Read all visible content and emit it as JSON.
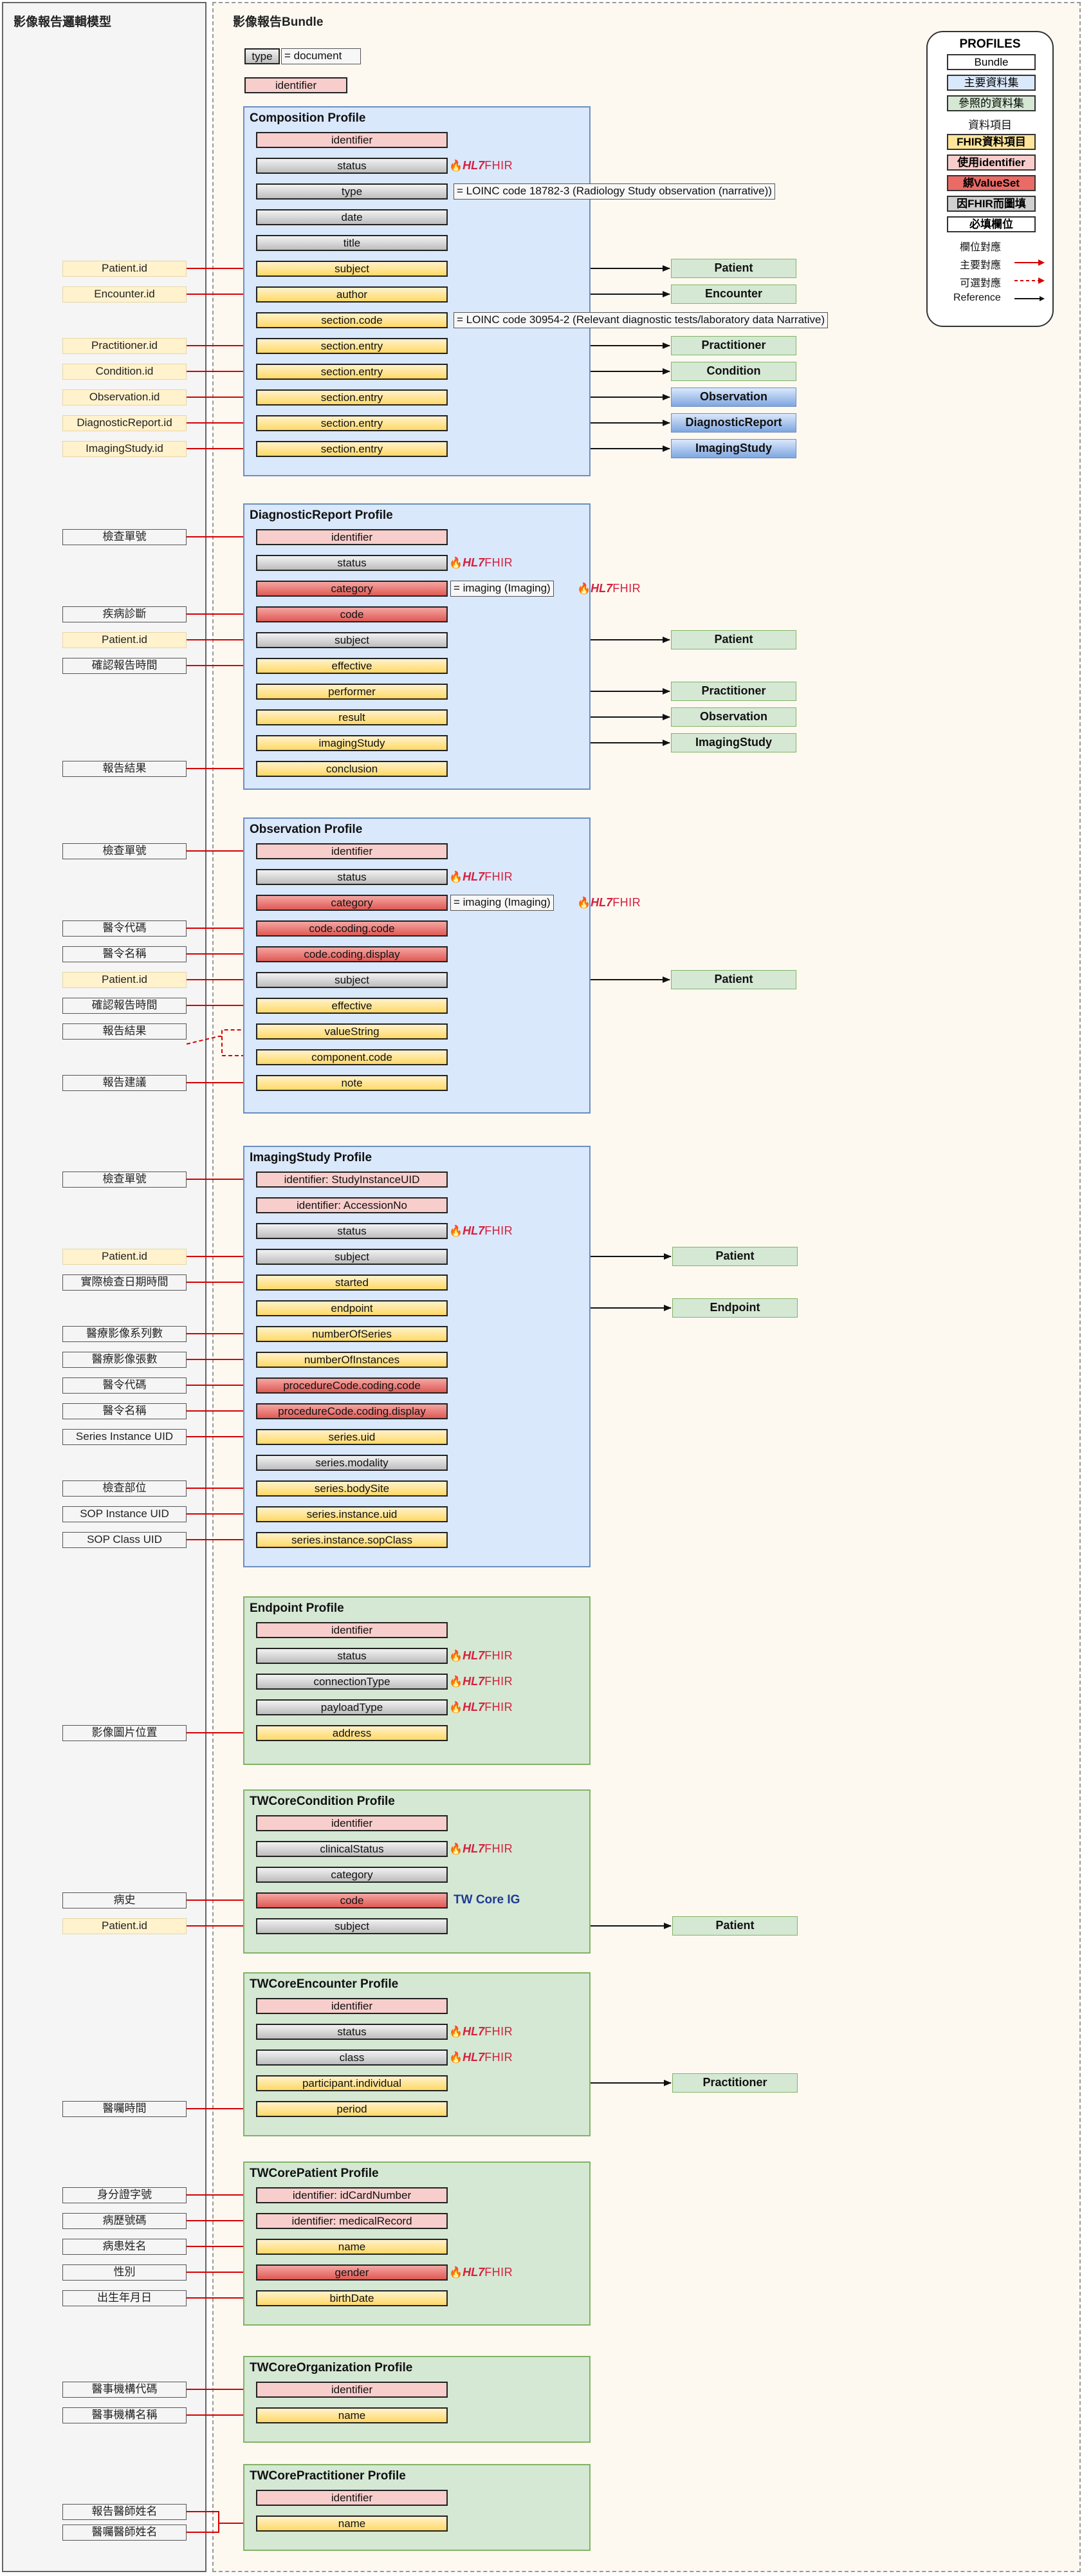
{
  "titles": {
    "left": "影像報告邏輯模型",
    "right": "影像報告Bundle"
  },
  "bundle_fields": {
    "type": "type",
    "type_value": "= document",
    "identifier": "identifier"
  },
  "hl7": {
    "brand": "HL7",
    "fhir": "FHIR"
  },
  "legend": {
    "title": "PROFILES",
    "items": [
      "Bundle",
      "主要資料集",
      "參照的資料集",
      "資料項目",
      "FHIR資料項目",
      "使用identifier",
      "綁ValueSet",
      "因FHIR而圖填",
      "必填欄位",
      "欄位對應",
      "主要對應",
      "可選對應",
      "Reference"
    ]
  },
  "profiles": {
    "composition": {
      "title": "Composition Profile",
      "fields": [
        "identifier",
        "status",
        "type",
        "date",
        "title",
        "subject",
        "author",
        "section.code",
        "section.entry",
        "section.entry",
        "section.entry",
        "section.entry",
        "section.entry"
      ],
      "type_note": "= LOINC code 18782-3 (Radiology Study observation (narrative))",
      "section_note": "= LOINC code 30954-2 (Relevant diagnostic tests/laboratory data Narrative)",
      "inputs": [
        "Patient.id",
        "Encounter.id",
        "Practitioner.id",
        "Condition.id",
        "Observation.id",
        "DiagnosticReport.id",
        "ImagingStudy.id"
      ],
      "targets": [
        "Patient",
        "Encounter",
        "Practitioner",
        "Condition",
        "Observation",
        "DiagnosticReport",
        "ImagingStudy"
      ]
    },
    "diagnostic": {
      "title": "DiagnosticReport Profile",
      "fields": [
        "identifier",
        "status",
        "category",
        "code",
        "subject",
        "effective",
        "performer",
        "result",
        "imagingStudy",
        "conclusion"
      ],
      "category_note": "= imaging (Imaging)",
      "inputs": [
        "檢查單號",
        "疾病診斷",
        "Patient.id",
        "確認報告時間",
        "報告結果"
      ],
      "targets": [
        "Patient",
        "Practitioner",
        "Observation",
        "ImagingStudy"
      ]
    },
    "observation": {
      "title": "Observation Profile",
      "fields": [
        "identifier",
        "status",
        "category",
        "code.coding.code",
        "code.coding.display",
        "subject",
        "effective",
        "valueString",
        "component.code",
        "note"
      ],
      "category_note": "= imaging (Imaging)",
      "inputs": [
        "檢查單號",
        "醫令代碼",
        "醫令名稱",
        "Patient.id",
        "確認報告時間",
        "報告結果",
        "報告建議"
      ],
      "targets": [
        "Patient"
      ]
    },
    "imaging": {
      "title": "ImagingStudy Profile",
      "fields": [
        "identifier: StudyInstanceUID",
        "identifier: AccessionNo",
        "status",
        "subject",
        "started",
        "endpoint",
        "numberOfSeries",
        "numberOfInstances",
        "procedureCode.coding.code",
        "procedureCode.coding.display",
        "series.uid",
        "series.modality",
        "series.bodySite",
        "series.instance.uid",
        "series.instance.sopClass"
      ],
      "inputs": [
        "檢查單號",
        "Patient.id",
        "實際檢查日期時間",
        "醫療影像系列數",
        "醫療影像張數",
        "醫令代碼",
        "醫令名稱",
        "Series Instance UID",
        "檢查部位",
        "SOP Instance UID",
        "SOP Class UID"
      ],
      "targets": [
        "Patient",
        "Endpoint"
      ]
    },
    "endpoint": {
      "title": "Endpoint Profile",
      "fields": [
        "identifier",
        "status",
        "connectionType",
        "payloadType",
        "address"
      ],
      "inputs": [
        "影像圖片位置"
      ]
    },
    "condition": {
      "title": "TWCoreCondition Profile",
      "fields": [
        "identifier",
        "clinicalStatus",
        "category",
        "code",
        "subject"
      ],
      "code_note": "TW Core IG",
      "inputs": [
        "病史",
        "Patient.id"
      ],
      "targets": [
        "Patient"
      ]
    },
    "encounter": {
      "title": "TWCoreEncounter Profile",
      "fields": [
        "identifier",
        "status",
        "class",
        "participant.individual",
        "period"
      ],
      "inputs": [
        "醫囑時間"
      ],
      "targets": [
        "Practitioner"
      ]
    },
    "patient": {
      "title": "TWCorePatient Profile",
      "fields": [
        "identifier: idCardNumber",
        "identifier: medicalRecord",
        "name",
        "gender",
        "birthDate"
      ],
      "inputs": [
        "身分證字號",
        "病歷號碼",
        "病患姓名",
        "性別",
        "出生年月日"
      ]
    },
    "organization": {
      "title": "TWCoreOrganization Profile",
      "fields": [
        "identifier",
        "name"
      ],
      "inputs": [
        "醫事機構代碼",
        "醫事機構名稱"
      ]
    },
    "practitioner": {
      "title": "TWCorePractitioner Profile",
      "fields": [
        "identifier",
        "name"
      ],
      "inputs": [
        "報告醫師姓名",
        "醫囑醫師姓名"
      ]
    }
  }
}
